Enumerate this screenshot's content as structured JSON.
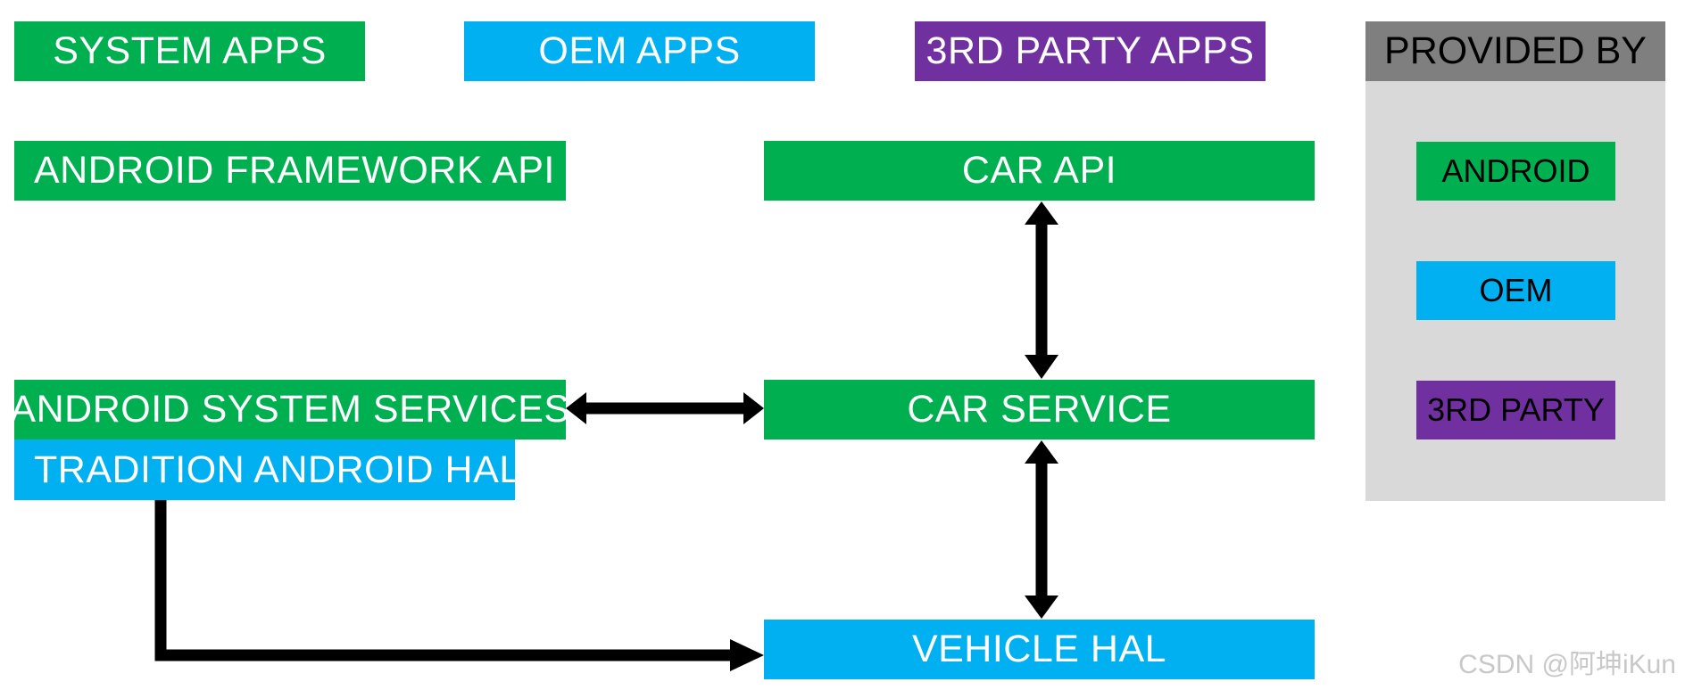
{
  "boxes": {
    "system_apps": "SYSTEM APPS",
    "oem_apps": "OEM APPS",
    "third_party_apps": "3RD PARTY APPS",
    "android_framework_api": "ANDROID FRAMEWORK API",
    "car_api": "CAR API",
    "android_system_services": "ANDROID SYSTEM SERVICES",
    "tradition_android_hals": "TRADITION ANDROID HALS",
    "car_service": "CAR SERVICE",
    "vehicle_hal": "VEHICLE HAL"
  },
  "legend": {
    "title": "PROVIDED BY",
    "items": [
      {
        "label": "ANDROID",
        "color": "#00b050"
      },
      {
        "label": "OEM",
        "color": "#00b0f0"
      },
      {
        "label": "3RD PARTY",
        "color": "#7030a0"
      }
    ]
  },
  "colors": {
    "android": "#00b050",
    "oem": "#00b0f0",
    "third_party": "#7030a0",
    "legend_panel": "#d9d9d9",
    "legend_header": "#7f7f7f"
  },
  "watermark": "CSDN @阿坤iKun"
}
